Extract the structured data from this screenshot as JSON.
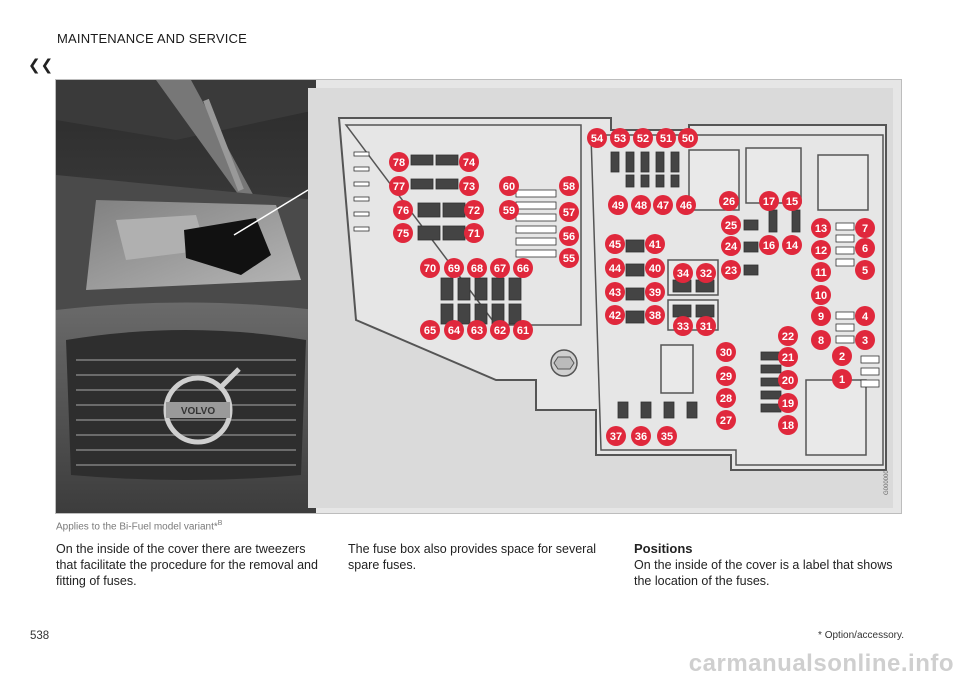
{
  "header": {
    "section_title": "MAINTENANCE AND SERVICE",
    "back_icon": "double-chevron-left-icon"
  },
  "figure": {
    "brand_emblem": "VOLVO",
    "diagram_code": "G000000",
    "fuse_numbers": [
      "1",
      "2",
      "3",
      "4",
      "5",
      "6",
      "7",
      "8",
      "9",
      "10",
      "11",
      "12",
      "13",
      "14",
      "15",
      "16",
      "17",
      "18",
      "19",
      "20",
      "21",
      "22",
      "23",
      "24",
      "25",
      "26",
      "27",
      "28",
      "29",
      "30",
      "31",
      "33",
      "34",
      "32",
      "35",
      "36",
      "37",
      "38",
      "39",
      "40",
      "41",
      "42",
      "43",
      "44",
      "45",
      "46",
      "47",
      "48",
      "49",
      "50",
      "51",
      "52",
      "53",
      "54",
      "55",
      "56",
      "57",
      "58",
      "59",
      "60",
      "61",
      "62",
      "63",
      "64",
      "65",
      "66",
      "67",
      "68",
      "69",
      "70",
      "71",
      "72",
      "73",
      "74",
      "75",
      "76",
      "77",
      "78"
    ],
    "badge_color": "#e0283c"
  },
  "caption": {
    "text": "Applies to the Bi-Fuel model variant*",
    "superscript": "B"
  },
  "body": {
    "col1": "On the inside of the cover there are tweezers that facilitate the procedure for the removal and fitting of fuses.",
    "col2": "The fuse box also provides space for several spare fuses.",
    "col3_heading": "Positions",
    "col3": "On the inside of the cover is a label that shows the location of the fuses."
  },
  "footer": {
    "page_number": "538",
    "footnote": "* Option/accessory.",
    "watermark": "carmanualsonline.info"
  }
}
